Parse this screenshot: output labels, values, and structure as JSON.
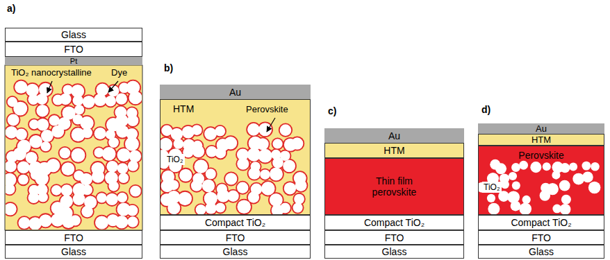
{
  "diagram": {
    "nodes": [
      {
        "text": [
          "Glass"
        ]
      },
      {
        "text": [
          "FTO"
        ]
      },
      {
        "text": [
          "Pt"
        ]
      },
      {
        "text": [
          "FTO"
        ]
      },
      {
        "text": [
          "Glass"
        ]
      },
      {
        "text": [
          "Au"
        ]
      },
      {
        "text": [
          "HTM"
        ]
      },
      {
        "text": [
          "Compact TiO₂"
        ]
      },
      {
        "text": [
          "FTO"
        ]
      },
      {
        "text": [
          "Glass"
        ]
      },
      {
        "text": [
          "Au"
        ]
      },
      {
        "text": [
          "HTM"
        ]
      },
      {
        "text": [
          "Thin film perovskite"
        ]
      },
      {
        "text": [
          "Compact TiO₂"
        ]
      },
      {
        "text": [
          "FTO"
        ]
      },
      {
        "text": [
          "Glass"
        ]
      },
      {
        "text": [
          "Au"
        ]
      },
      {
        "text": [
          "HTM"
        ]
      },
      {
        "text": [
          "Perovskite"
        ]
      },
      {
        "text": [
          "Compact TiO₂"
        ]
      },
      {
        "text": [
          "FTO"
        ]
      },
      {
        "text": [
          "Glass"
        ]
      }
    ],
    "labels": [
      "a)",
      "TiO₂ nanocrystalline",
      "Dye",
      "b)",
      "Perovskite",
      "TiO₂",
      "c)",
      "d)",
      "TiO₂"
    ]
  }
}
